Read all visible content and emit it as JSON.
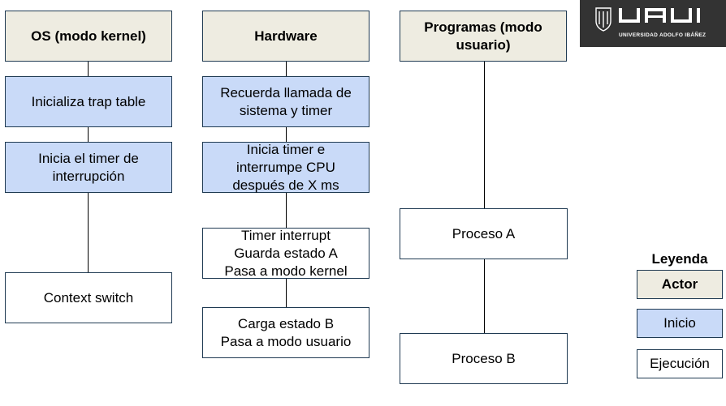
{
  "colors": {
    "actor_fill": "#eeece1",
    "start_fill": "#c9daf8",
    "exec_fill": "#ffffff",
    "border": "#1f3a52",
    "logo_bg": "#333333"
  },
  "columns": {
    "os": {
      "header": "OS (modo kernel)",
      "steps": [
        "Inicializa trap table",
        "Inicia el timer de\ninterrupción",
        "Context switch"
      ]
    },
    "hardware": {
      "header": "Hardware",
      "steps": [
        "Recuerda llamada de\nsistema y timer",
        "Inicia timer e\ninterrumpe CPU\ndespués de X ms",
        "Timer interrupt\nGuarda estado A\nPasa a modo kernel",
        "Carga estado B\nPasa a modo usuario"
      ]
    },
    "programs": {
      "header": "Programas (modo\nusuario)",
      "steps": [
        "Proceso A",
        "Proceso B"
      ]
    }
  },
  "legend": {
    "title": "Leyenda",
    "actor": "Actor",
    "start": "Inicio",
    "exec": "Ejecución"
  },
  "logo": {
    "icon": "university-crest-icon",
    "text": "UNIVERSIDAD ADOLFO IBÁÑEZ"
  }
}
